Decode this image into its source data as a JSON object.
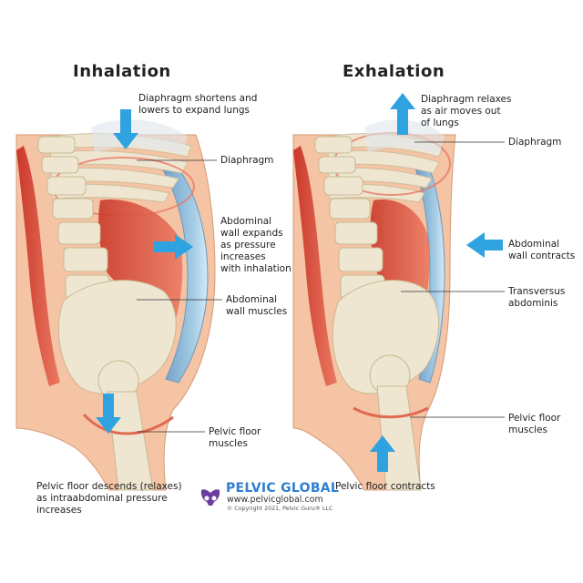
{
  "panels": {
    "inhalation": {
      "title": "Inhalation",
      "diaphragm_note": "Diaphragm shortens and\nlowers to expand lungs",
      "diaphragm": "Diaphragm",
      "abdominal_wall": "Abdominal\nwall expands\nas pressure\nincreases\nwith inhalation",
      "abdominal_muscles": "Abdominal\nwall muscles",
      "pelvic_floor": "Pelvic floor\nmuscles",
      "pelvic_floor_note": "Pelvic floor descends (relaxes)\nas intraabdominal pressure\nincreases"
    },
    "exhalation": {
      "title": "Exhalation",
      "diaphragm_note": "Diaphragm relaxes\nas air moves out\nof lungs",
      "diaphragm": "Diaphragm",
      "abdominal_wall": "Abdominal\nwall contracts",
      "transversus": "Transversus\nabdominis",
      "pelvic_floor": "Pelvic floor\nmuscles",
      "pelvic_floor_note": "Pelvic floor contracts"
    }
  },
  "brand": {
    "name": "PELVIC GLOBAL",
    "url": "www.pelvicglobal.com",
    "copyright": "© Copyright 2021, Pelvic Guru® LLC"
  },
  "colors": {
    "arrow": "#2fa3df",
    "skin": "#f4c4a4",
    "muscle": "#e0533f",
    "bone": "#efe6d2",
    "abdominal_blue": "#9cc6e2",
    "brand_blue": "#2f7fd0"
  },
  "icons": {
    "arrow": "arrow-icon",
    "logo": "pelvis-logo-icon"
  }
}
